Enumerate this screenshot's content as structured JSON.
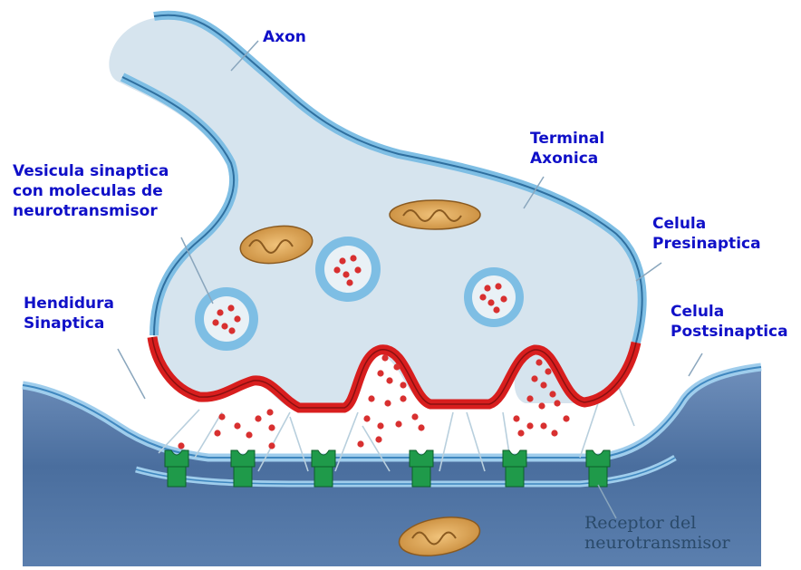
{
  "labels": {
    "axon": "Axon",
    "terminal_axonica": "Terminal\nAxonica",
    "vesicula": "Vesicula sinaptica\ncon moleculas de\nneurotransmisor",
    "celula_presinaptica": "Celula\nPresinaptica",
    "hendidura": "Hendidura\nSinaptica",
    "celula_postsinaptica": "Celula\nPostsinaptica",
    "receptor": "Receptor del\nneurotransmisor"
  },
  "colors": {
    "label_blue": "#1010c8",
    "membrane_blue": "#5aa8d6",
    "cytoplasm": "#d6e4ee",
    "active_zone_red": "#d81e1e",
    "postsynaptic_cell": "#4a6e9e",
    "receptor_green": "#1f9a4a",
    "neurotransmitter_red": "#d83030",
    "mitochondria": "#d9a04a"
  }
}
